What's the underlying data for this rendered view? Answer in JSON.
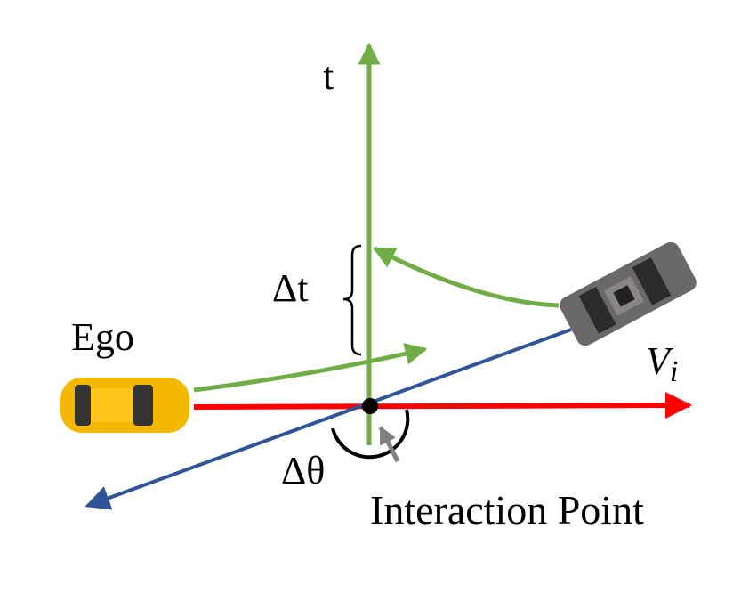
{
  "labels": {
    "t_axis": "t",
    "delta_t": "Δt",
    "ego": "Ego",
    "vehicle_main": "V",
    "vehicle_sub": "i",
    "delta_theta": "Δθ",
    "interaction_point": "Interaction Point"
  },
  "colors": {
    "time_axis": "#70ad47",
    "ego_path": "#ff0000",
    "other_path": "#2f5597",
    "pointer": "#808080",
    "ego_car": "#f5b800",
    "other_car": "#555555"
  }
}
